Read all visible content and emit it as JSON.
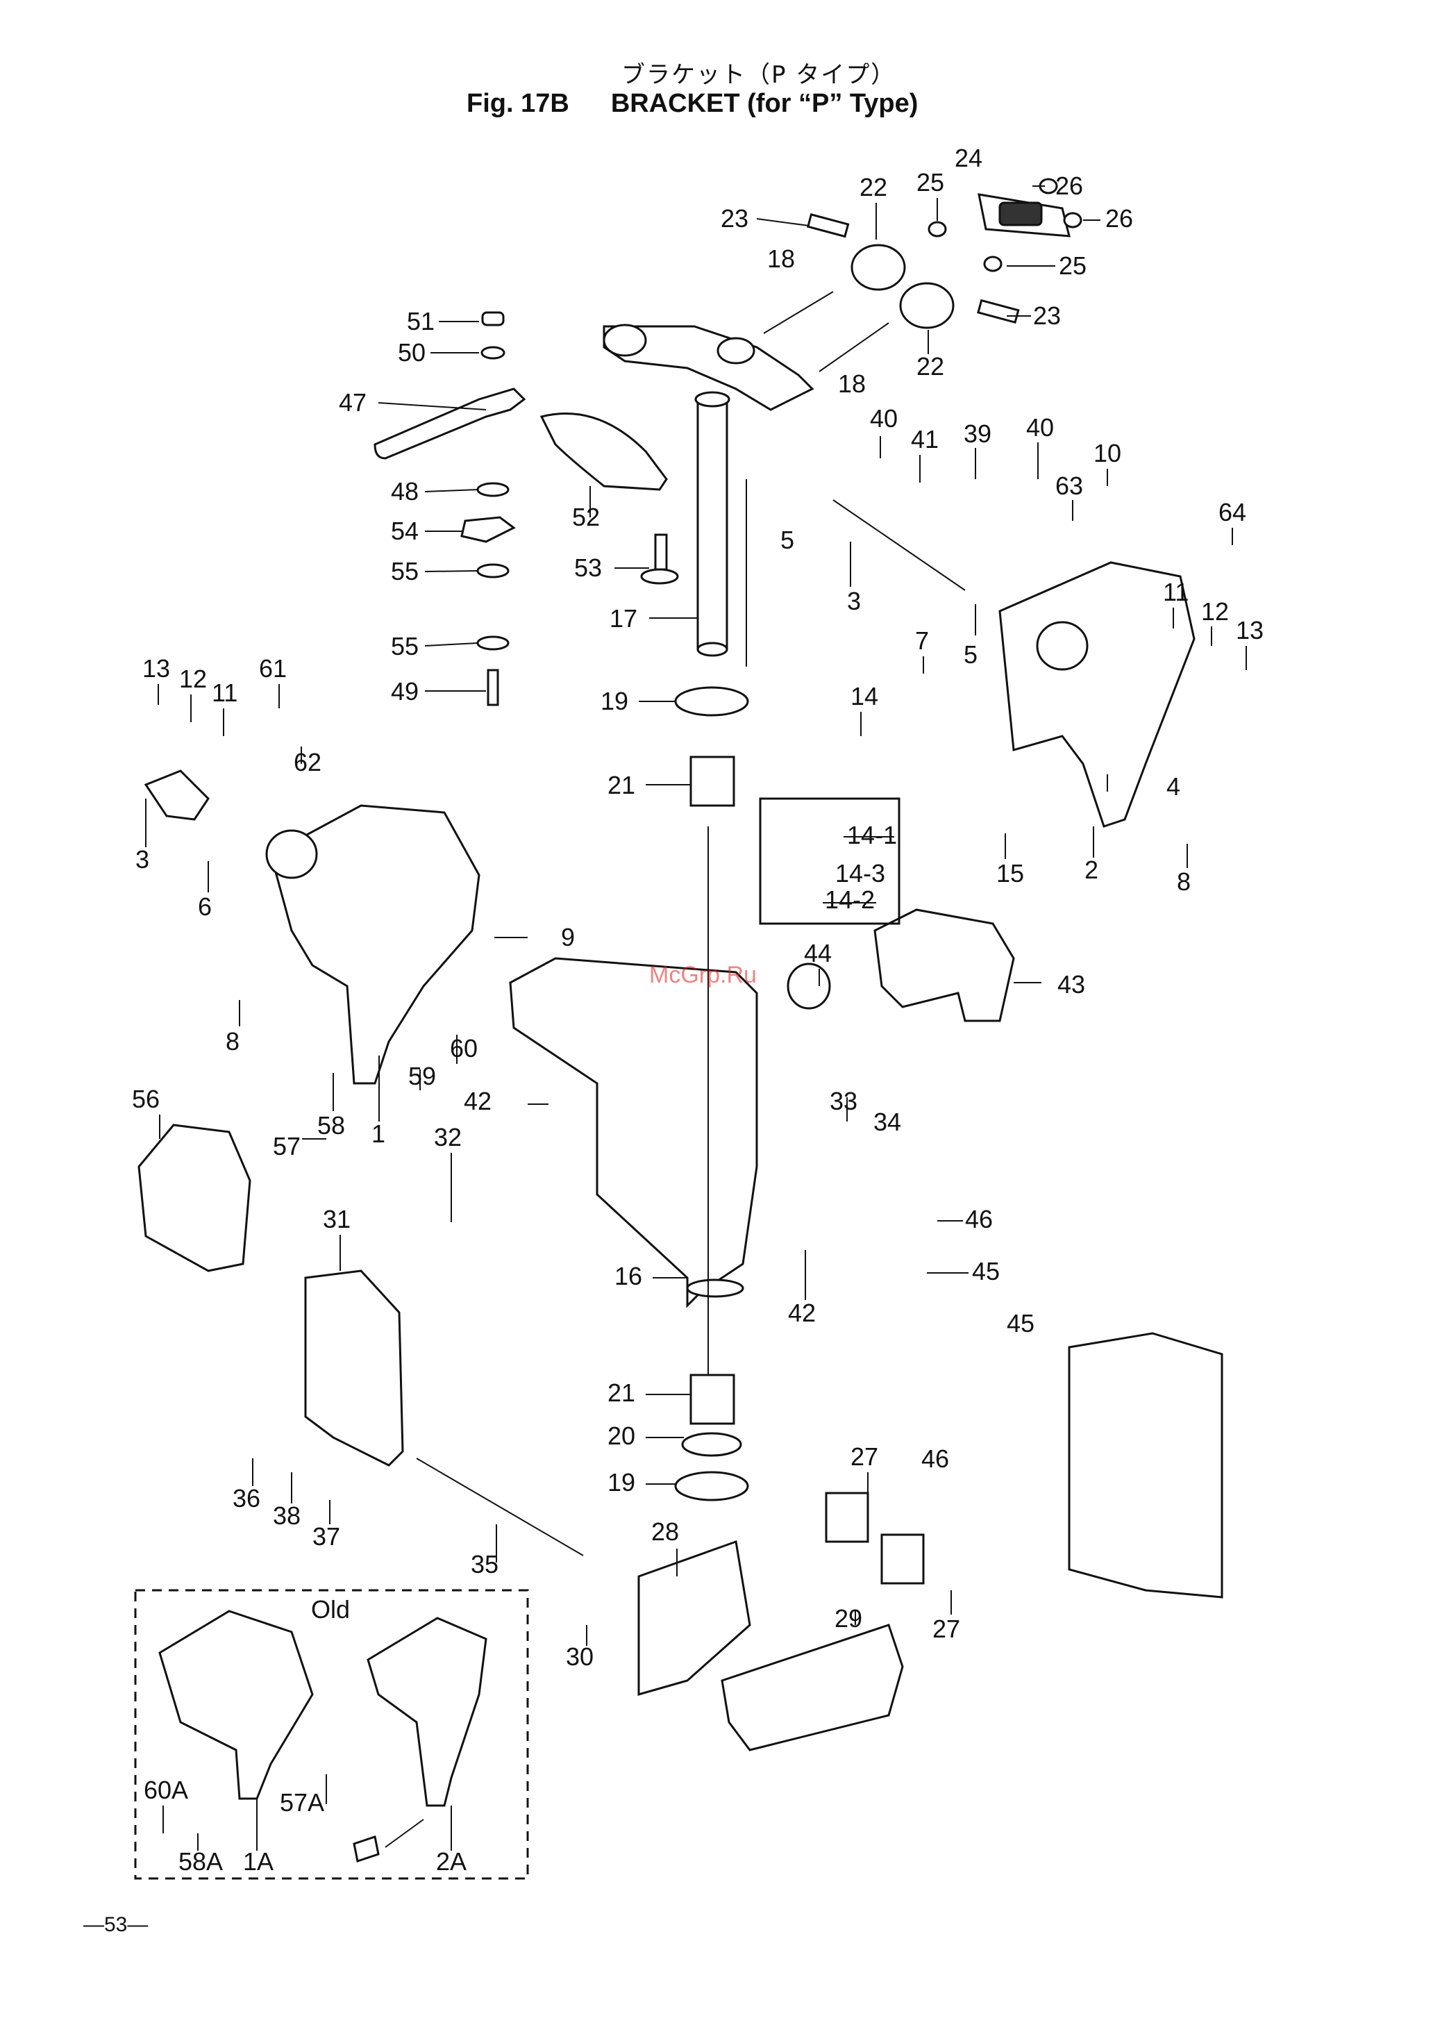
{
  "title": {
    "japanese": "ブラケット（P タイプ）",
    "figure": "Fig. 17B",
    "english": "BRACKET (for “P” Type)"
  },
  "watermark": "McGrp.Ru",
  "old_box_label": "Old",
  "page_number": "—53—",
  "callouts": {
    "c1": "1",
    "c1A": "1A",
    "c2": "2",
    "c2A": "2A",
    "c3a": "3",
    "c3b": "3",
    "c4": "4",
    "c5a": "5",
    "c5b": "5",
    "c6": "6",
    "c7": "7",
    "c8a": "8",
    "c8b": "8",
    "c9": "9",
    "c10": "10",
    "c11a": "11",
    "c11b": "11",
    "c12a": "12",
    "c12b": "12",
    "c13a": "13",
    "c13b": "13",
    "c14": "14",
    "c14_1": "14-1",
    "c14_2": "14-2",
    "c14_3": "14-3",
    "c15": "15",
    "c16": "16",
    "c17": "17",
    "c18a": "18",
    "c18b": "18",
    "c19a": "19",
    "c19b": "19",
    "c20": "20",
    "c21a": "21",
    "c21b": "21",
    "c22a": "22",
    "c22b": "22",
    "c23a": "23",
    "c23b": "23",
    "c24": "24",
    "c25a": "25",
    "c25b": "25",
    "c26a": "26",
    "c26b": "26",
    "c27a": "27",
    "c27b": "27",
    "c28": "28",
    "c29": "29",
    "c30": "30",
    "c31": "31",
    "c32": "32",
    "c33": "33",
    "c34": "34",
    "c35": "35",
    "c36": "36",
    "c37": "37",
    "c38": "38",
    "c39": "39",
    "c40a": "40",
    "c40b": "40",
    "c41": "41",
    "c42a": "42",
    "c42b": "42",
    "c43": "43",
    "c44": "44",
    "c45a": "45",
    "c45b": "45",
    "c46a": "46",
    "c46b": "46",
    "c47": "47",
    "c48": "48",
    "c49": "49",
    "c50": "50",
    "c51": "51",
    "c52": "52",
    "c53": "53",
    "c54": "54",
    "c55a": "55",
    "c55b": "55",
    "c56": "56",
    "c57": "57",
    "c57A": "57A",
    "c58": "58",
    "c58A": "58A",
    "c59": "59",
    "c60": "60",
    "c60A": "60A",
    "c61": "61",
    "c62": "62",
    "c63": "63",
    "c64": "64"
  }
}
